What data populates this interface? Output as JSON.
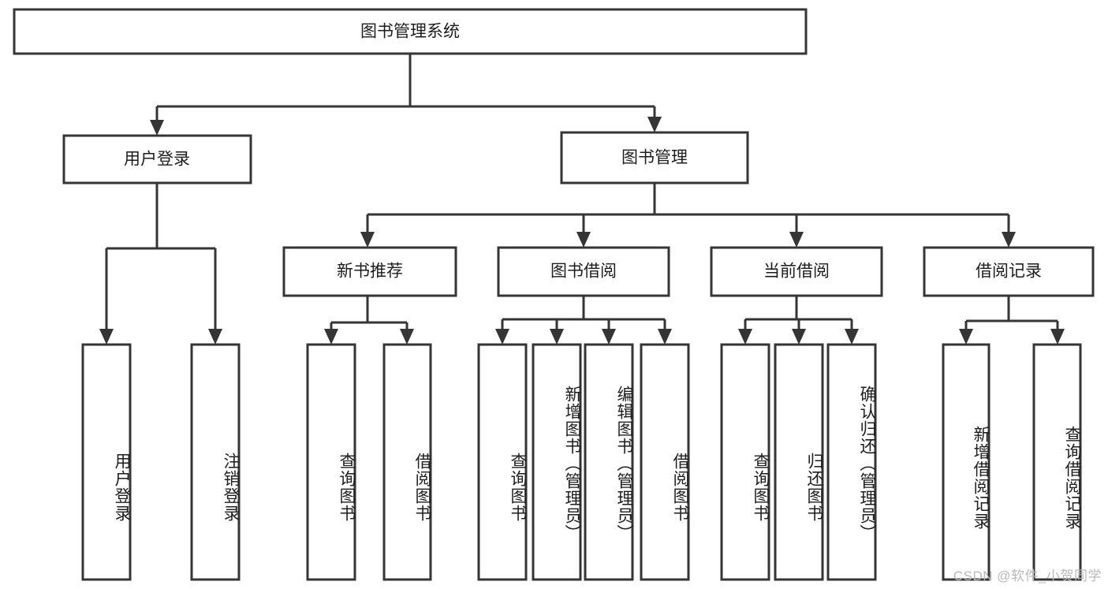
{
  "diagram": {
    "type": "tree-hierarchy-chart",
    "title": "图书管理系统",
    "orientation": "top-down",
    "colors": {
      "background": "#ffffff",
      "box_fill": "#ffffff",
      "box_stroke": "#353535",
      "connector": "#353535",
      "text": "#1d1d1d",
      "watermark": "#b9b9b9"
    },
    "root": {
      "label": "图书管理系统"
    },
    "level2": [
      {
        "label": "用户登录"
      },
      {
        "label": "图书管理"
      }
    ],
    "level3": [
      {
        "label": "新书推荐"
      },
      {
        "label": "图书借阅"
      },
      {
        "label": "当前借阅"
      },
      {
        "label": "借阅记录"
      }
    ],
    "leaves": {
      "user_login": [
        {
          "label": "用户登录"
        },
        {
          "label": "注销登录"
        }
      ],
      "new_book_recommend": [
        {
          "label": "查询图书"
        },
        {
          "label": "借阅图书"
        }
      ],
      "book_borrow": [
        {
          "label": "查询图书"
        },
        {
          "label": "新增图书（管理员）"
        },
        {
          "label": "编辑图书（管理员）"
        },
        {
          "label": "借阅图书"
        }
      ],
      "current_borrow": [
        {
          "label": "查询图书"
        },
        {
          "label": "归还图书"
        },
        {
          "label": "确认归还（管理员）"
        }
      ],
      "borrow_record": [
        {
          "label": "新增借阅记录"
        },
        {
          "label": "查询借阅记录"
        }
      ]
    }
  },
  "watermark": {
    "text": "CSDN @软件_小贺同学"
  }
}
